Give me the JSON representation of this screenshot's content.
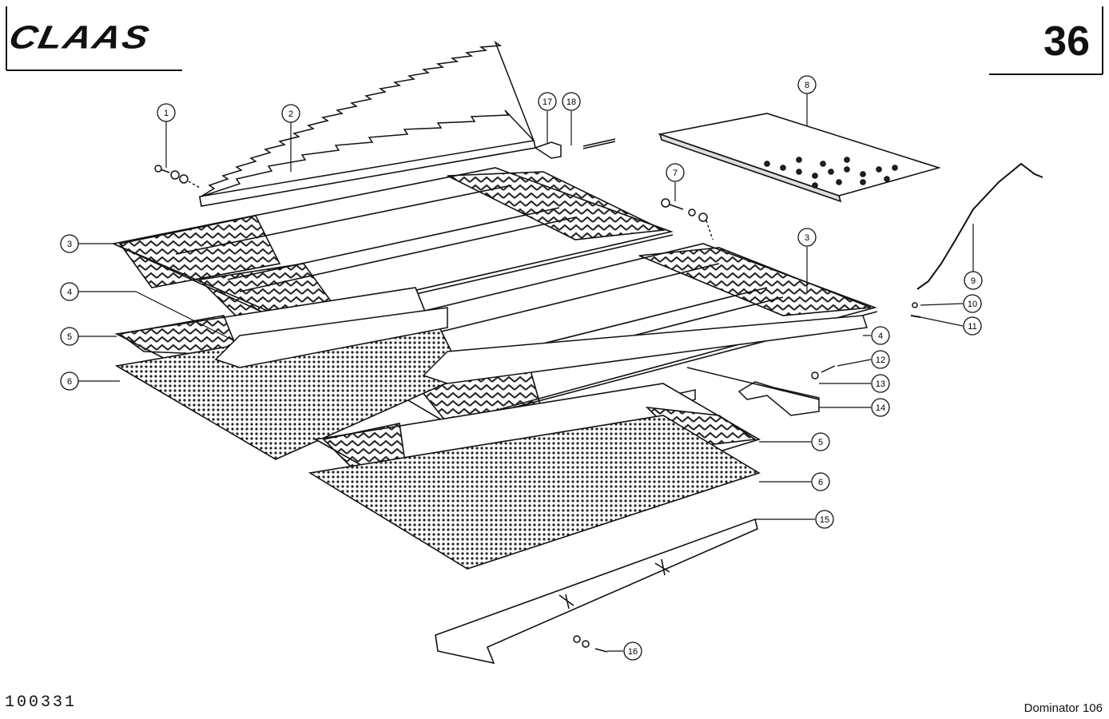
{
  "header": {
    "brand": "CLAAS",
    "page_number": "36"
  },
  "footer": {
    "doc_number": "100331",
    "model": "Dominator 106"
  },
  "callouts": [
    "1",
    "2",
    "3",
    "3",
    "4",
    "4",
    "5",
    "5",
    "6",
    "6",
    "7",
    "8",
    "9",
    "10",
    "11",
    "12",
    "13",
    "14",
    "15",
    "16",
    "17",
    "18"
  ]
}
